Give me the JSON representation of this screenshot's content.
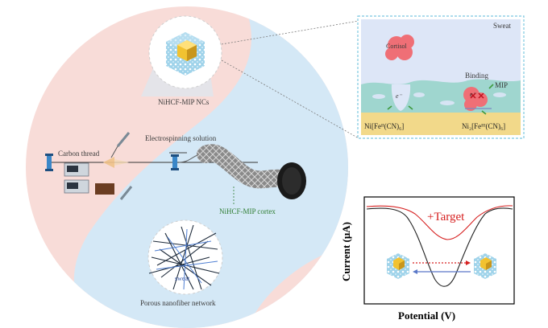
{
  "labels": {
    "nc": "NiHCF-MIP NCs",
    "electrospinning": "Electrospinning solution",
    "carbon_thread": "Carbon thread",
    "cortex": "NiHCF-MIP cortex",
    "network": "Porous nanofiber network",
    "sweat_small": "sweat"
  },
  "inset": {
    "sweat": "Sweat",
    "cortisol": "Cortisol",
    "binding": "Binding",
    "mip": "MIP",
    "e1": "e⁻",
    "e2": "e⁻",
    "left_formula": "Ni[Feᴵᴵ(CN)₆]",
    "right_formula": "Ni₂[Feᴵᴵᴵ(CN)₆]"
  },
  "plot": {
    "ylabel": "Current (μA)",
    "xlabel": "Potential (V)",
    "annotation": "+Target"
  },
  "colors": {
    "pink_bg": "#f8dcd8",
    "blue_bg": "#d4e8f6",
    "inset_border": "#7cc7e0",
    "cortex_green": "#2e7d32",
    "target_red": "#d62020"
  }
}
